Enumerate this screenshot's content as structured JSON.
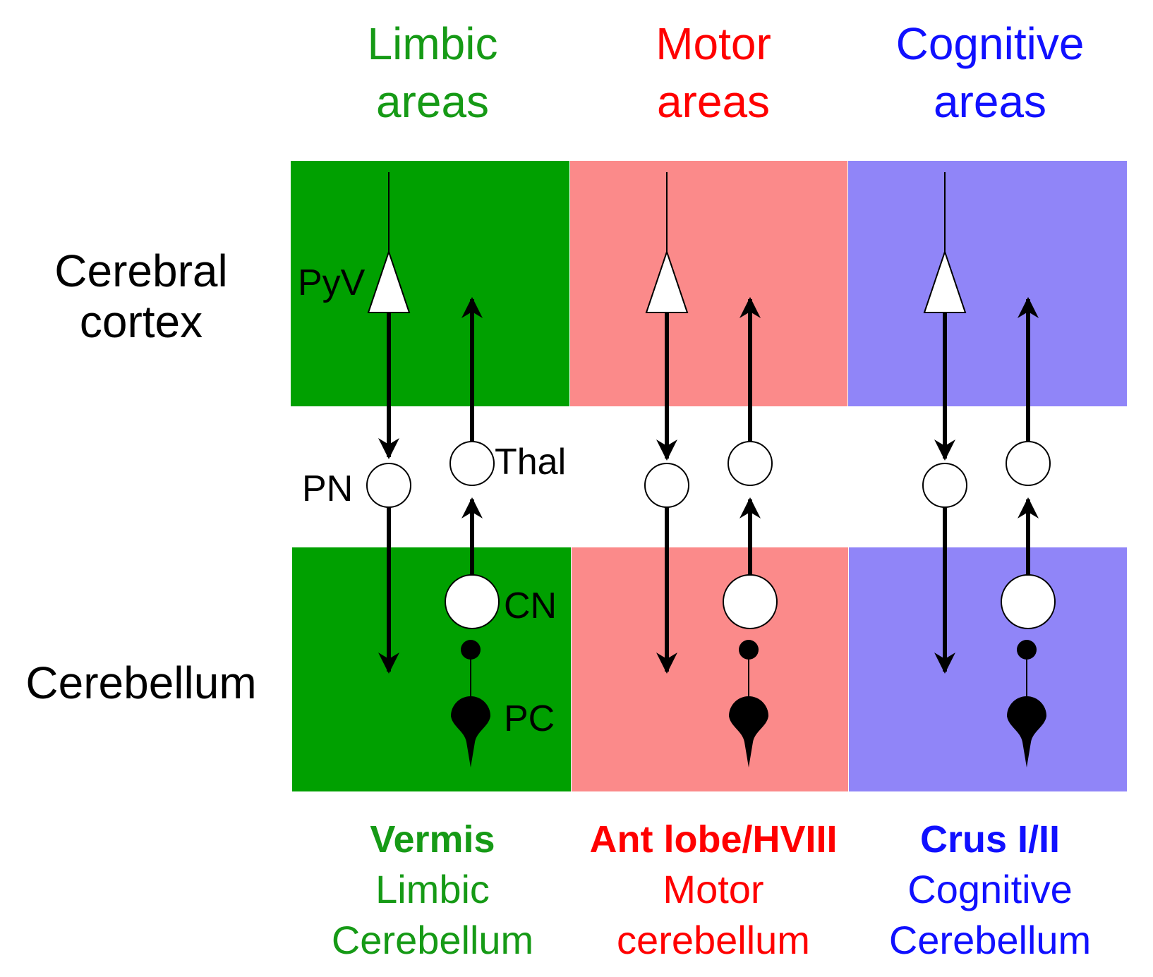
{
  "colors": {
    "limbic_text": "#169a16",
    "limbic_fill": "#00a000",
    "motor_text": "#ff0000",
    "motor_fill": "#fb8a8a",
    "cognitive_text": "#1010ff",
    "cognitive_fill": "#9085f8",
    "neuron_fill": "#ffffff",
    "stroke": "#000000"
  },
  "columns": [
    {
      "header_line1": "Limbic",
      "header_line2": "areas",
      "bottom_bold": "Vermis",
      "bottom_line2": "Limbic",
      "bottom_line3": "Cerebellum"
    },
    {
      "header_line1": "Motor",
      "header_line2": "areas",
      "bottom_bold": "Ant lobe/HVIII",
      "bottom_line2": "Motor",
      "bottom_line3": "cerebellum"
    },
    {
      "header_line1": "Cognitive",
      "header_line2": "areas",
      "bottom_bold": "Crus I/II",
      "bottom_line2": "Cognitive",
      "bottom_line3": "Cerebellum"
    }
  ],
  "rows": {
    "cortex_line1": "Cerebral",
    "cortex_line2": "cortex",
    "cerebellum": "Cerebellum"
  },
  "neuron_labels": {
    "pyramidal": "PyV",
    "pontine": "PN",
    "thalamus": "Thal",
    "cerebellar_nuclei": "CN",
    "purkinje": "PC"
  }
}
